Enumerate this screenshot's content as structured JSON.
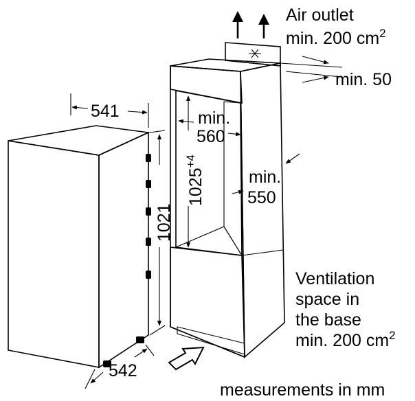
{
  "labels": {
    "air_outlet_line1": "Air outlet",
    "air_outlet_line2": "min. 200 cm",
    "air_outlet_sup": "2",
    "min_50": "min. 50",
    "width_541": "541",
    "min_560_line1": "min.",
    "min_560_line2": "560",
    "height_1025": "1025",
    "height_1025_sup": "+4",
    "min_550_line1": "min.",
    "min_550_line2": "550",
    "height_1021": "1021",
    "depth_542": "542",
    "vent_line1": "Ventilation",
    "vent_line2": "space in",
    "vent_line3": "the base",
    "vent_line4": "min. 200 cm",
    "vent_sup": "2",
    "units_note": "measurements in mm"
  },
  "colors": {
    "ink": "#000000",
    "panel_gray": "#d9d9d9",
    "panel_dark": "#b8b8b8",
    "background": "#ffffff"
  }
}
